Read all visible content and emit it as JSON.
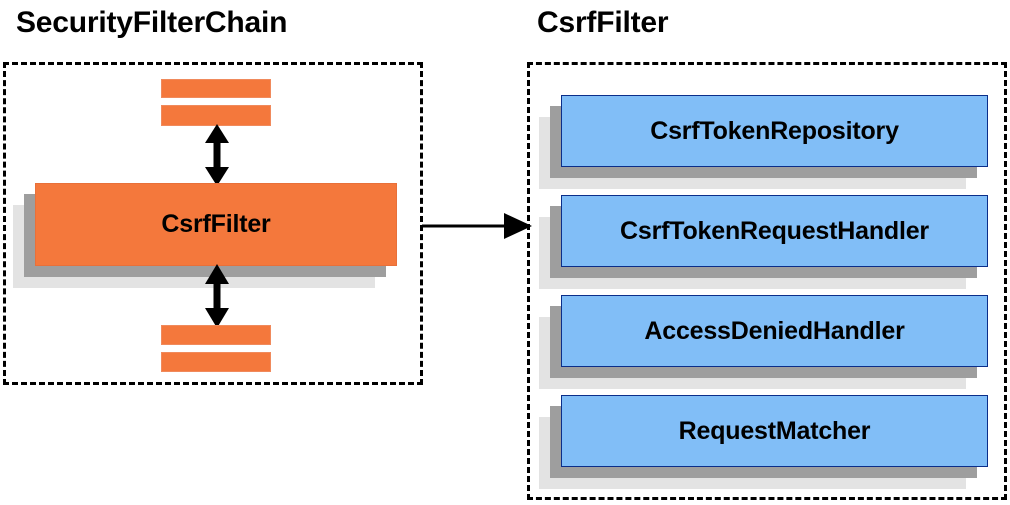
{
  "diagram": {
    "title_left": "SecurityFilterChain",
    "title_right": "CsrfFilter",
    "colors": {
      "filter_orange": "#F4783C",
      "collaborator_blue": "#81BEF7",
      "collaborator_border": "#0B2E8A",
      "shadow_mid": "#9E9E9E",
      "shadow_back": "#E3E3E3",
      "outline": "#000000"
    }
  },
  "left_panel": {
    "title": "SecurityFilterChain",
    "highlighted_filter": {
      "label": "CsrfFilter"
    },
    "bars_above": [
      {
        "name": "filter-bar-above-1"
      },
      {
        "name": "filter-bar-above-2"
      }
    ],
    "bars_below": [
      {
        "name": "filter-bar-below-1"
      },
      {
        "name": "filter-bar-below-2"
      }
    ],
    "arrows": [
      {
        "name": "double-arrow-above",
        "direction": "up-down"
      },
      {
        "name": "double-arrow-below",
        "direction": "up-down"
      }
    ]
  },
  "connector": {
    "name": "csrffilter-expands-to",
    "direction": "right"
  },
  "right_panel": {
    "title": "CsrfFilter",
    "collaborators": [
      {
        "label": "CsrfTokenRepository"
      },
      {
        "label": "CsrfTokenRequestHandler"
      },
      {
        "label": "AccessDeniedHandler"
      },
      {
        "label": "RequestMatcher"
      }
    ]
  }
}
